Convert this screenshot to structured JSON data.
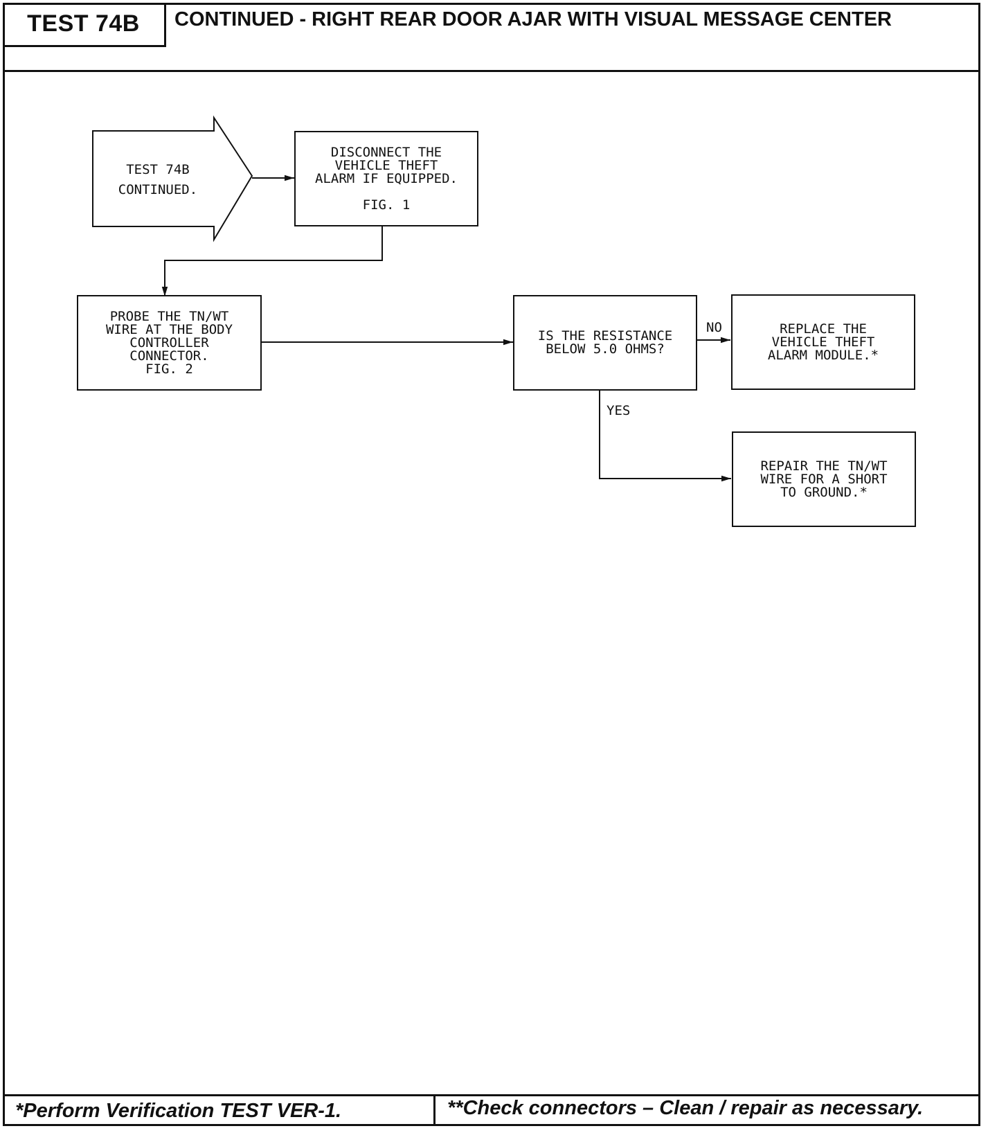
{
  "header": {
    "test_label": "TEST 74B",
    "title": "CONTINUED - RIGHT REAR DOOR AJAR WITH VISUAL MESSAGE CENTER"
  },
  "flowchart": {
    "start": {
      "line1": "TEST 74B",
      "line2": "CONTINUED."
    },
    "disconnect": {
      "text": "DISCONNECT THE\nVEHICLE THEFT\nALARM IF EQUIPPED.",
      "fig": "FIG. 1"
    },
    "probe": {
      "text": "PROBE THE TN/WT\nWIRE AT THE BODY\nCONTROLLER\nCONNECTOR.\nFIG. 2"
    },
    "question": {
      "text": "IS THE RESISTANCE\nBELOW 5.0 OHMS?"
    },
    "replace": {
      "text": "REPLACE THE\nVEHICLE THEFT\nALARM MODULE.*"
    },
    "repair": {
      "text": "REPAIR THE TN/WT\nWIRE FOR A SHORT\nTO GROUND.*"
    },
    "no_label": "NO",
    "yes_label": "YES"
  },
  "footer": {
    "left": "*Perform Verification TEST VER-1.",
    "right": "**Check connectors – Clean / repair as necessary."
  }
}
